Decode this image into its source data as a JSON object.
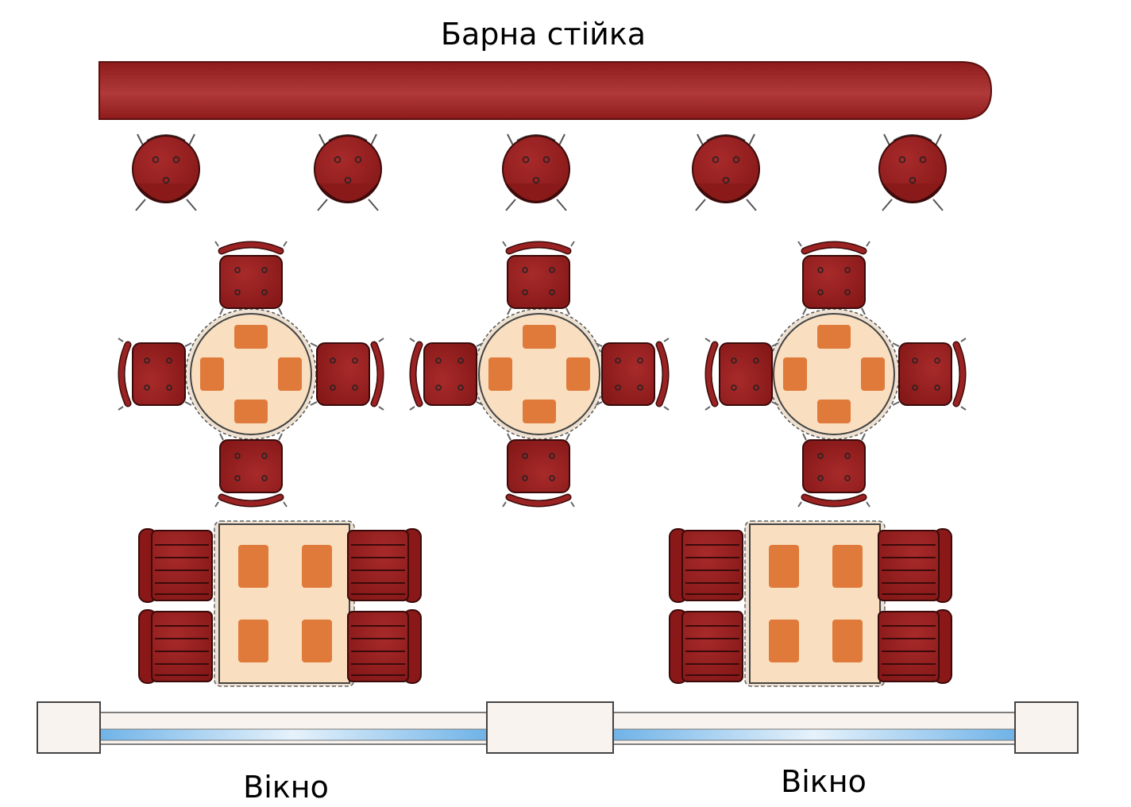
{
  "labels": {
    "bar_counter": "Барна стійка",
    "window_left": "Вікно",
    "window_right": "Вікно"
  },
  "colors": {
    "furniture": "#9b2222",
    "furniture_dark": "#5a0f0f",
    "table_top": "#f9dfc0",
    "plate": "#e07a3a",
    "glass": "#6fb3e8",
    "frame": "#f8f3ee",
    "background": "#ffffff"
  },
  "elements": {
    "bar_stools": 5,
    "round_tables": 3,
    "chairs_per_round_table": 4,
    "booths": 2,
    "windows": 2
  }
}
